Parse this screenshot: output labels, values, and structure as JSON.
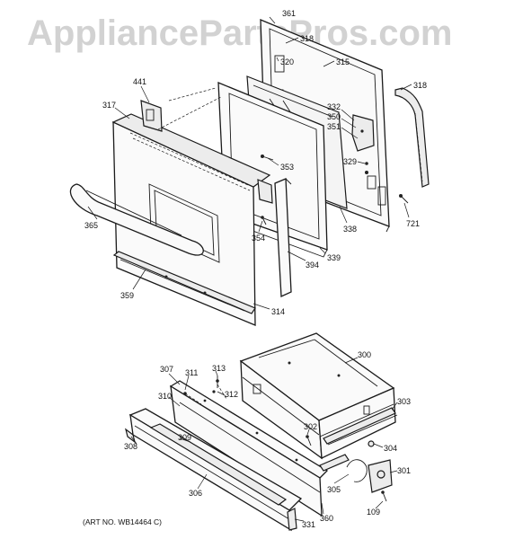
{
  "watermark": "AppliancePartsPros.com",
  "art_number": "(ART NO. WB14464 C)",
  "part_labels": {
    "p361": "361",
    "p318_top": "318",
    "p320": "320",
    "p315": "315",
    "p318": "318",
    "p441": "441",
    "p317": "317",
    "p332": "332",
    "p350": "350",
    "p351": "351",
    "p353": "353",
    "p329": "329",
    "p365": "365",
    "p354": "354",
    "p338": "338",
    "p721": "721",
    "p339": "339",
    "p394": "394",
    "p359": "359",
    "p314": "314",
    "p300": "300",
    "p307": "307",
    "p311": "311",
    "p313": "313",
    "p312": "312",
    "p310": "310",
    "p303": "303",
    "p302": "302",
    "p309": "309",
    "p304": "304",
    "p308": "308",
    "p301": "301",
    "p305": "305",
    "p306": "306",
    "p109": "109",
    "p331": "331",
    "p360": "360"
  }
}
